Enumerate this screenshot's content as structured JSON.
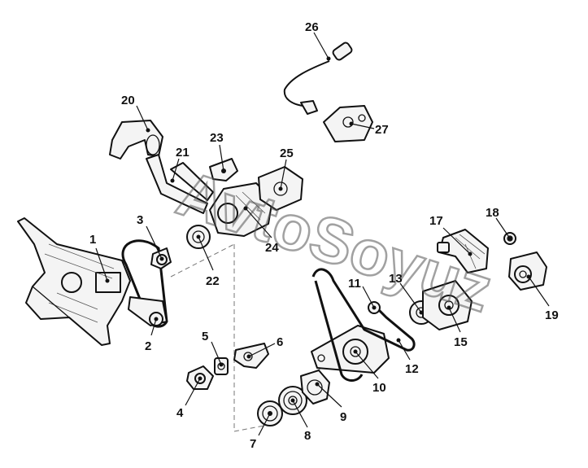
{
  "diagram": {
    "watermark": "AvtoSoyuz",
    "callouts": [
      {
        "id": "1",
        "label": "1"
      },
      {
        "id": "2",
        "label": "2"
      },
      {
        "id": "3",
        "label": "3"
      },
      {
        "id": "4",
        "label": "4"
      },
      {
        "id": "5",
        "label": "5"
      },
      {
        "id": "6",
        "label": "6"
      },
      {
        "id": "7",
        "label": "7"
      },
      {
        "id": "8",
        "label": "8"
      },
      {
        "id": "9",
        "label": "9"
      },
      {
        "id": "10",
        "label": "10"
      },
      {
        "id": "11",
        "label": "11"
      },
      {
        "id": "12",
        "label": "12"
      },
      {
        "id": "13",
        "label": "13"
      },
      {
        "id": "15",
        "label": "15"
      },
      {
        "id": "17",
        "label": "17"
      },
      {
        "id": "18",
        "label": "18"
      },
      {
        "id": "19",
        "label": "19"
      },
      {
        "id": "20",
        "label": "20"
      },
      {
        "id": "21",
        "label": "21"
      },
      {
        "id": "22",
        "label": "22"
      },
      {
        "id": "23",
        "label": "23"
      },
      {
        "id": "24",
        "label": "24"
      },
      {
        "id": "25",
        "label": "25"
      },
      {
        "id": "26",
        "label": "26"
      },
      {
        "id": "27",
        "label": "27"
      }
    ]
  }
}
